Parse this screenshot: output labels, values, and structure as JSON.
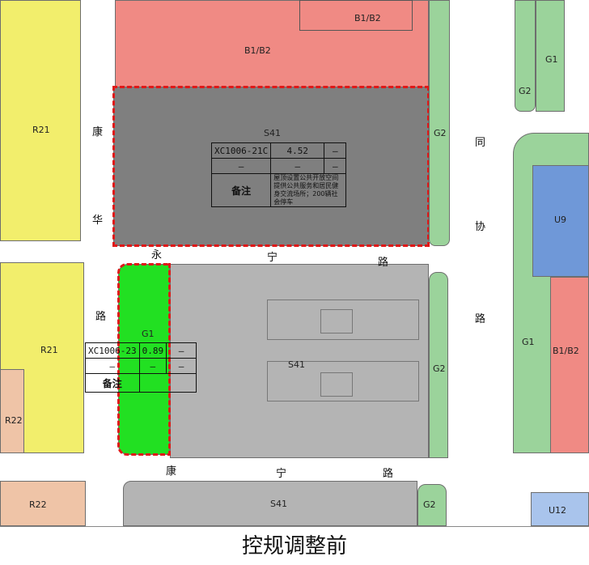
{
  "zones": {
    "r21_top": "R21",
    "r21_mid": "R21",
    "r22_mid": "R22",
    "r22_bottom": "R22",
    "b1b2_top_small": "B1/B2",
    "b1b2_top": "B1/B2",
    "s41_top": "S41",
    "g2_right_top": "G2",
    "g2_right_mid": "G2",
    "g2_right_bottom": "G2",
    "g1_park": "G1",
    "s41_mid": "S41",
    "s41_bottom": "S41",
    "g1_east_top": "G1",
    "g2_east_top": "G2",
    "u9_east": "U9",
    "g1_east": "G1",
    "b1b2_east": "B1/B2",
    "u12_east": "U12"
  },
  "roads": {
    "kanghua": [
      "康",
      "华",
      "路"
    ],
    "yongning": [
      "永",
      "宁",
      "路"
    ],
    "kangning": [
      "康",
      "宁",
      "路"
    ],
    "tongxie": [
      "同",
      "协",
      "路"
    ]
  },
  "table_top": {
    "code": "XC1006-21C",
    "value": "4.52",
    "dash1": "—",
    "dash2": "—",
    "dash3": "—",
    "dash4": "—",
    "note_label": "备注",
    "note": "屋顶设置公共开放空间提供公共服务和居民健身交流场所；200辆社会停车"
  },
  "table_mid": {
    "code": "XC1006-23",
    "value": "0.89",
    "dash1": "—",
    "dash2": "—",
    "dash3": "—",
    "dash4": "—",
    "note_label": "备注"
  },
  "caption": "控规调整前"
}
